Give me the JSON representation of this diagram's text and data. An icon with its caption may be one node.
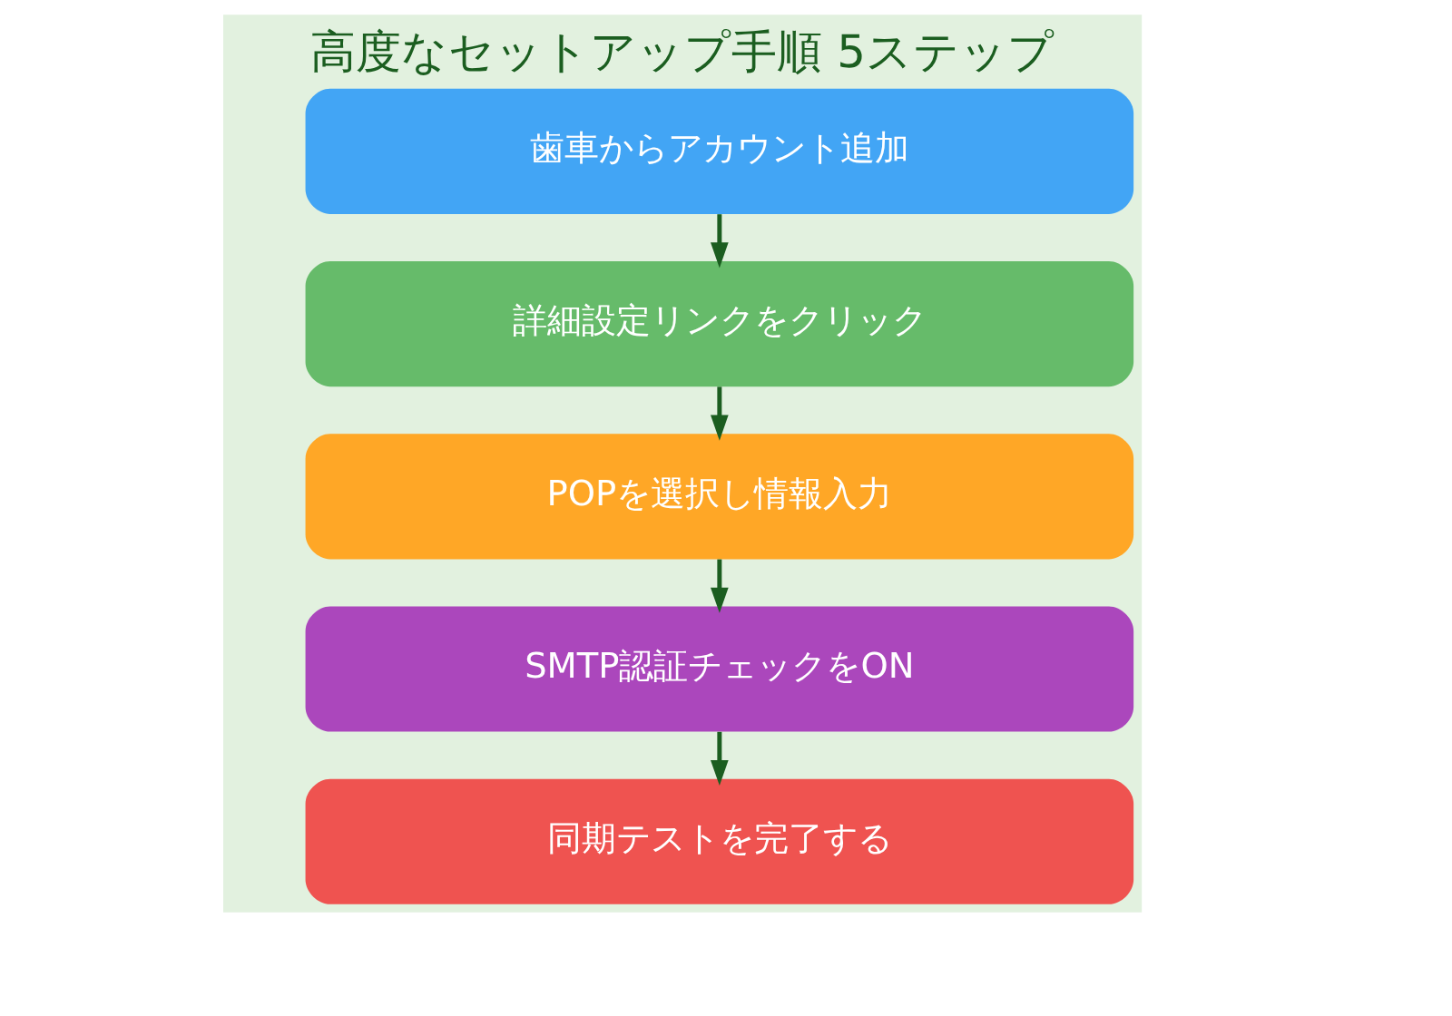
{
  "diagram": {
    "title": "高度なセットアップ手順 5ステップ",
    "nodes": [
      {
        "text": [
          "歯車からアカウント追加"
        ]
      },
      {
        "text": [
          "詳細設定リンクをクリック"
        ]
      },
      {
        "text": [
          "POPを選択し情報入力"
        ]
      },
      {
        "text": [
          "SMTP認証チェックをON"
        ]
      },
      {
        "text": [
          "同期テストを完了する"
        ]
      }
    ],
    "edges": [
      {
        "from": 0,
        "to": 1,
        "arrow": "to"
      },
      {
        "from": 1,
        "to": 2,
        "arrow": "to"
      },
      {
        "from": 2,
        "to": 3,
        "arrow": "to"
      },
      {
        "from": 3,
        "to": 4,
        "arrow": "to"
      }
    ]
  }
}
